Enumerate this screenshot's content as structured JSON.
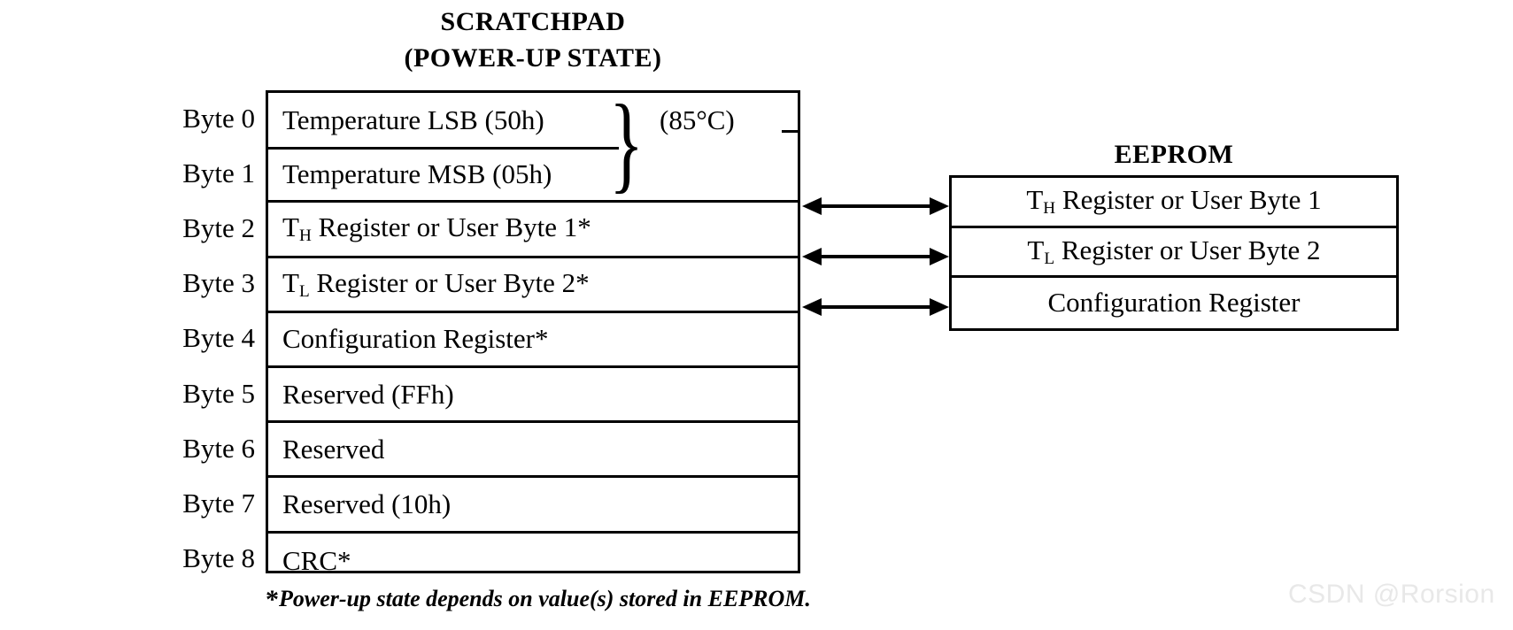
{
  "diagram": {
    "scratchpad": {
      "title_line1": "SCRATCHPAD",
      "title_line2": "(POWER-UP STATE)",
      "byte_labels": [
        "Byte 0",
        "Byte 1",
        "Byte 2",
        "Byte 3",
        "Byte 4",
        "Byte 5",
        "Byte 6",
        "Byte 7",
        "Byte 8"
      ],
      "rows": [
        {
          "text": "Temperature LSB (50h)",
          "html": "Temperature LSB (50h)"
        },
        {
          "text": "Temperature MSB (05h)",
          "html": "Temperature MSB (05h)"
        },
        {
          "text": "TH Register or User Byte 1*",
          "html": "T<sub>H</sub> Register or User Byte 1*"
        },
        {
          "text": "TL Register or User Byte 2*",
          "html": "T<sub>L</sub> Register or User Byte 2*"
        },
        {
          "text": "Configuration Register*",
          "html": "Configuration Register*"
        },
        {
          "text": "Reserved (FFh)",
          "html": "Reserved (FFh)"
        },
        {
          "text": "Reserved",
          "html": "Reserved"
        },
        {
          "text": "Reserved (10h)",
          "html": "Reserved (10h)"
        },
        {
          "text": "CRC*",
          "html": "CRC*"
        }
      ],
      "temperature_annotation": "(85°C)",
      "brace_glyph": "}"
    },
    "eeprom": {
      "title": "EEPROM",
      "rows": [
        {
          "text": "TH Register or User Byte 1",
          "html": "T<sub>H</sub> Register or User Byte 1"
        },
        {
          "text": "TL Register or User Byte 2",
          "html": "T<sub>L</sub> Register or User Byte 2"
        },
        {
          "text": "Configuration Register",
          "html": "Configuration Register"
        }
      ]
    },
    "arrows": {
      "count": 3,
      "style": "double-headed",
      "labels": [
        "scratchpad-byte2-to-eeprom-row1",
        "scratchpad-byte3-to-eeprom-row2",
        "scratchpad-byte4-to-eeprom-row3"
      ]
    },
    "footnote": {
      "marker": "*",
      "text": "Power-up state depends on value(s) stored in EEPROM."
    },
    "watermark": "CSDN @Rorsion",
    "colors": {
      "ink": "#000000",
      "background": "#ffffff",
      "watermark": "#e8e8e8"
    }
  }
}
